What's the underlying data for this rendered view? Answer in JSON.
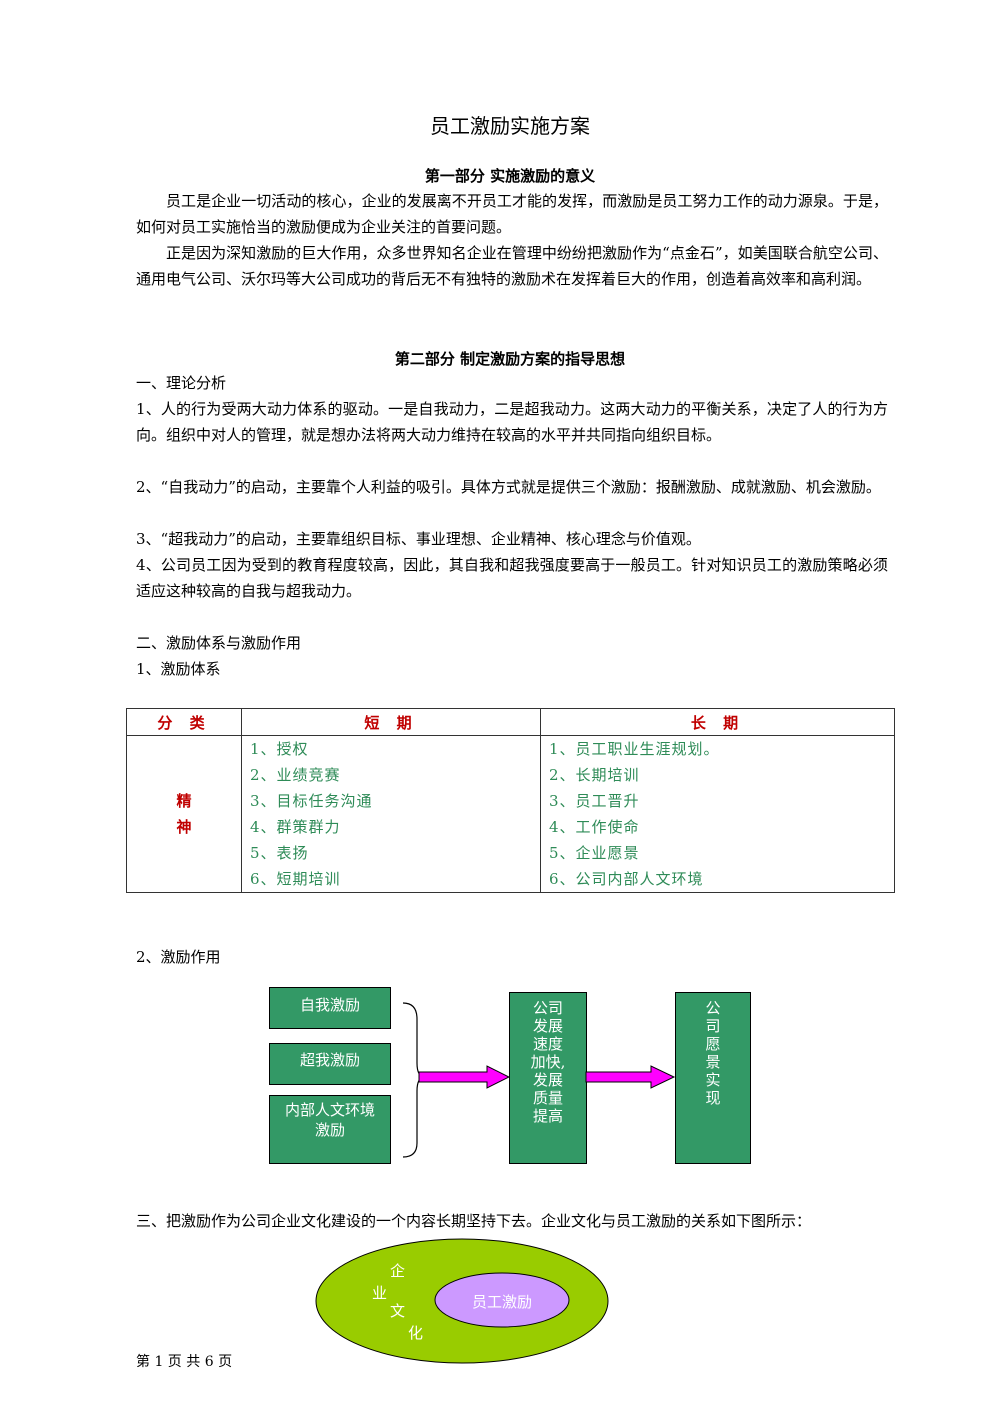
{
  "title": "员工激励实施方案",
  "part1": {
    "heading": "第一部分  实施激励的意义",
    "p1": "员工是企业一切活动的核心，企业的发展离不开员工才能的发挥，而激励是员工努力工作的动力源泉。于是，如何对员工实施恰当的激励便成为企业关注的首要问题。",
    "p2": "正是因为深知激励的巨大作用，众多世界知名企业在管理中纷纷把激励作为“点金石”，如美国联合航空公司、通用电气公司、沃尔玛等大公司成功的背后无不有独特的激励术在发挥着巨大的作用，创造着高效率和高利润。"
  },
  "part2": {
    "heading": "第二部分  制定激励方案的指导思想",
    "s1": "一、理论分析",
    "t1": "1、人的行为受两大动力体系的驱动。一是自我动力，二是超我动力。这两大动力的平衡关系，决定了人的行为方向。组织中对人的管理，就是想办法将两大动力维持在较高的水平并共同指向组织目标。",
    "t2": "2、“自我动力”的启动，主要靠个人利益的吸引。具体方式就是提供三个激励：报酬激励、成就激励、机会激励。",
    "t3": "3、“超我动力”的启动，主要靠组织目标、事业理想、企业精神、核心理念与价值观。",
    "t4": "4、公司员工因为受到的教育程度较高，因此，其自我和超我强度要高于一般员工。针对知识员工的激励策略必须适应这种较高的自我与超我动力。",
    "s2": "二、激励体系与激励作用",
    "s2a": "1、激励体系",
    "s2b": "2、激励作用",
    "s3": "三、把激励作为公司企业文化建设的一个内容长期坚持下去。企业文化与员工激励的关系如下图所示："
  },
  "table": {
    "headers": [
      "分 类",
      "短 期",
      "长 期"
    ],
    "category": "精神",
    "short": [
      "1、授权",
      "2、业绩竞赛",
      "3、目标任务沟通",
      "4、群策群力",
      "5、表扬",
      "6、短期培训"
    ],
    "long": [
      "1、员工职业生涯规划。",
      "2、长期培训",
      "3、员工晋升",
      "4、工作使命",
      "5、企业愿景",
      "6、公司内部人文环境"
    ]
  },
  "diagram": {
    "inputs": [
      "自我激励",
      "超我激励",
      "内部人文环境激励"
    ],
    "middle": "公司发展速度加快,发展质量提高",
    "result": "公司愿景实现",
    "box_color": "#339966",
    "arrow_color": "#ff00ff"
  },
  "culture": {
    "outer": "企业文化",
    "inner": "员工激励",
    "outer_color": "#99cc00",
    "inner_color": "#cc99ff"
  },
  "footer": "第 1 页 共 6 页"
}
